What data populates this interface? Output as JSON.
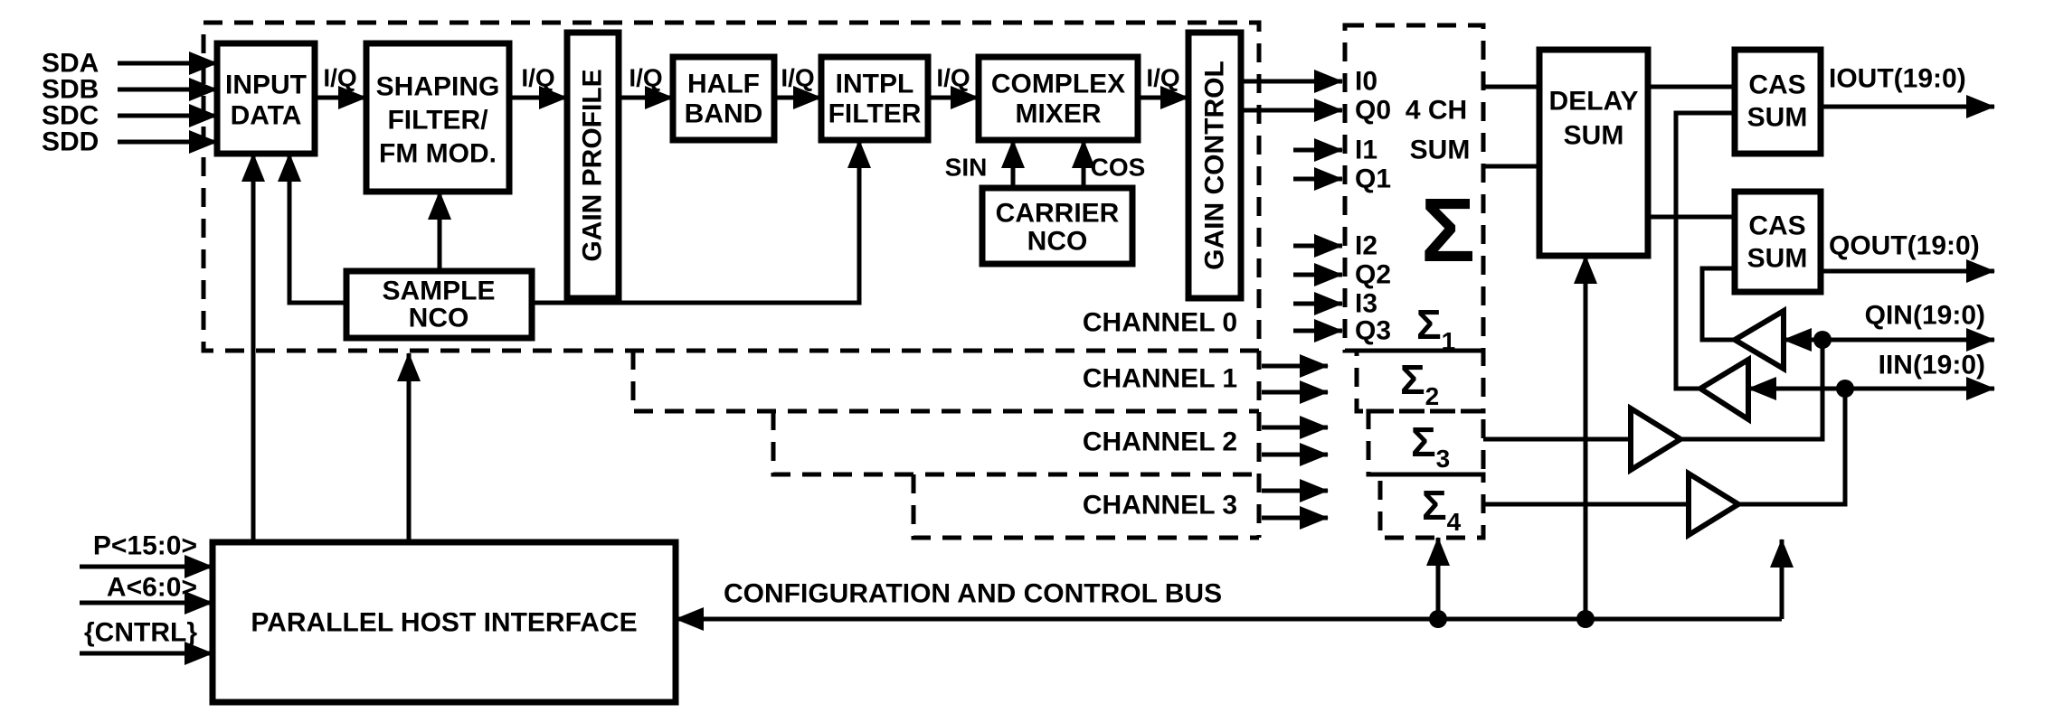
{
  "colors": {
    "ink": "#000000",
    "paper": "#ffffff"
  },
  "serial_inputs": [
    "SDA",
    "SDB",
    "SDC",
    "SDD"
  ],
  "host_inputs": {
    "p": "P<15:0>",
    "a": "A<6:0>",
    "cntrl": "{CNTRL}"
  },
  "signal_labels": {
    "iq": "I/Q",
    "sin": "SIN",
    "cos": "COS"
  },
  "blocks": {
    "input_data": {
      "line1": "INPUT",
      "line2": "DATA"
    },
    "shaping": {
      "line1": "SHAPING",
      "line2": "FILTER/",
      "line3": "FM MOD."
    },
    "gain_profile": {
      "label": "GAIN PROFILE"
    },
    "half_band": {
      "line1": "HALF",
      "line2": "BAND"
    },
    "intpl": {
      "line1": "INTPL",
      "line2": "FILTER"
    },
    "mixer": {
      "line1": "COMPLEX",
      "line2": "MIXER"
    },
    "carrier_nco": {
      "line1": "CARRIER",
      "line2": "NCO"
    },
    "gain_control": {
      "label": "GAIN CONTROL"
    },
    "sample_nco": {
      "line1": "SAMPLE",
      "line2": "NCO"
    },
    "delay_sum": {
      "line1": "DELAY",
      "line2": "SUM"
    },
    "cas_sum_i": {
      "line1": "CAS",
      "line2": "SUM"
    },
    "cas_sum_q": {
      "line1": "CAS",
      "line2": "SUM"
    },
    "host_interface": {
      "label": "PARALLEL HOST INTERFACE"
    }
  },
  "channels": [
    "CHANNEL 0",
    "CHANNEL 1",
    "CHANNEL 2",
    "CHANNEL 3"
  ],
  "summer": {
    "title_line1": "4 CH",
    "title_line2": "SUM",
    "inputs": [
      "I0",
      "Q0",
      "I1",
      "Q1",
      "I2",
      "Q2",
      "I3",
      "Q3"
    ],
    "sigma": "Σ",
    "sigma_subs": [
      "1",
      "2",
      "3",
      "4"
    ]
  },
  "ports": {
    "iout": "IOUT(19:0)",
    "qout": "QOUT(19:0)",
    "qin": "QIN(19:0)",
    "iin": "IIN(19:0)"
  },
  "bus": {
    "label": "CONFIGURATION AND CONTROL BUS"
  }
}
